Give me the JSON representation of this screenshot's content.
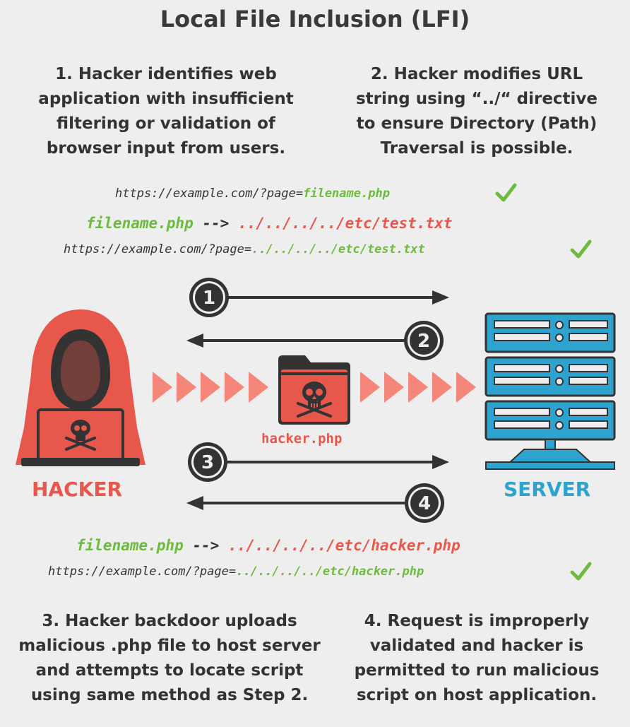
{
  "title": "Local File Inclusion (LFI)",
  "steps": {
    "s1": [
      "1. Hacker identifies web",
      "application with insufficient",
      "filtering or validation of",
      "browser input from users."
    ],
    "s2": [
      "2. Hacker modifies URL",
      "string using “../“ directive",
      "to ensure Directory (Path)",
      "Traversal is possible."
    ],
    "s3": [
      "3. Hacker backdoor uploads",
      "malicious .php file to host server",
      "and attempts to locate script",
      "using same method as Step 2."
    ],
    "s4": [
      "4. Request is improperly",
      "validated and hacker is",
      "permitted to run malicious",
      "script on host application."
    ]
  },
  "top_code": {
    "line1": {
      "prefix": "https://example.com/?page=",
      "value": "filename.php"
    },
    "line2": {
      "from": "filename.php",
      "arrow": " --> ",
      "to": "../../../../etc/test.txt"
    },
    "line3": {
      "prefix": "https://example.com/?page=",
      "value": "../../../../etc/test.txt"
    }
  },
  "bottom_code": {
    "line1": {
      "from": "filename.php",
      "arrow": " --> ",
      "to": "../../../../etc/hacker.php"
    },
    "line2": {
      "prefix": "https://example.com/?page=",
      "value": "../../../../etc/hacker.php"
    }
  },
  "arrows": {
    "a1": "1",
    "a2": "2",
    "a3": "3",
    "a4": "4"
  },
  "labels": {
    "hacker": "HACKER",
    "server": "SERVER",
    "file": "hacker.php"
  },
  "icons": {
    "hacker": "hooded-hacker-icon",
    "server": "server-rack-icon",
    "file": "skull-folder-icon",
    "check": "checkmark-icon"
  },
  "colors": {
    "red": "#e8574b",
    "blue": "#2ea3cf",
    "green": "#6dbb3c",
    "dark": "#333333",
    "salmon": "#f4877a"
  }
}
